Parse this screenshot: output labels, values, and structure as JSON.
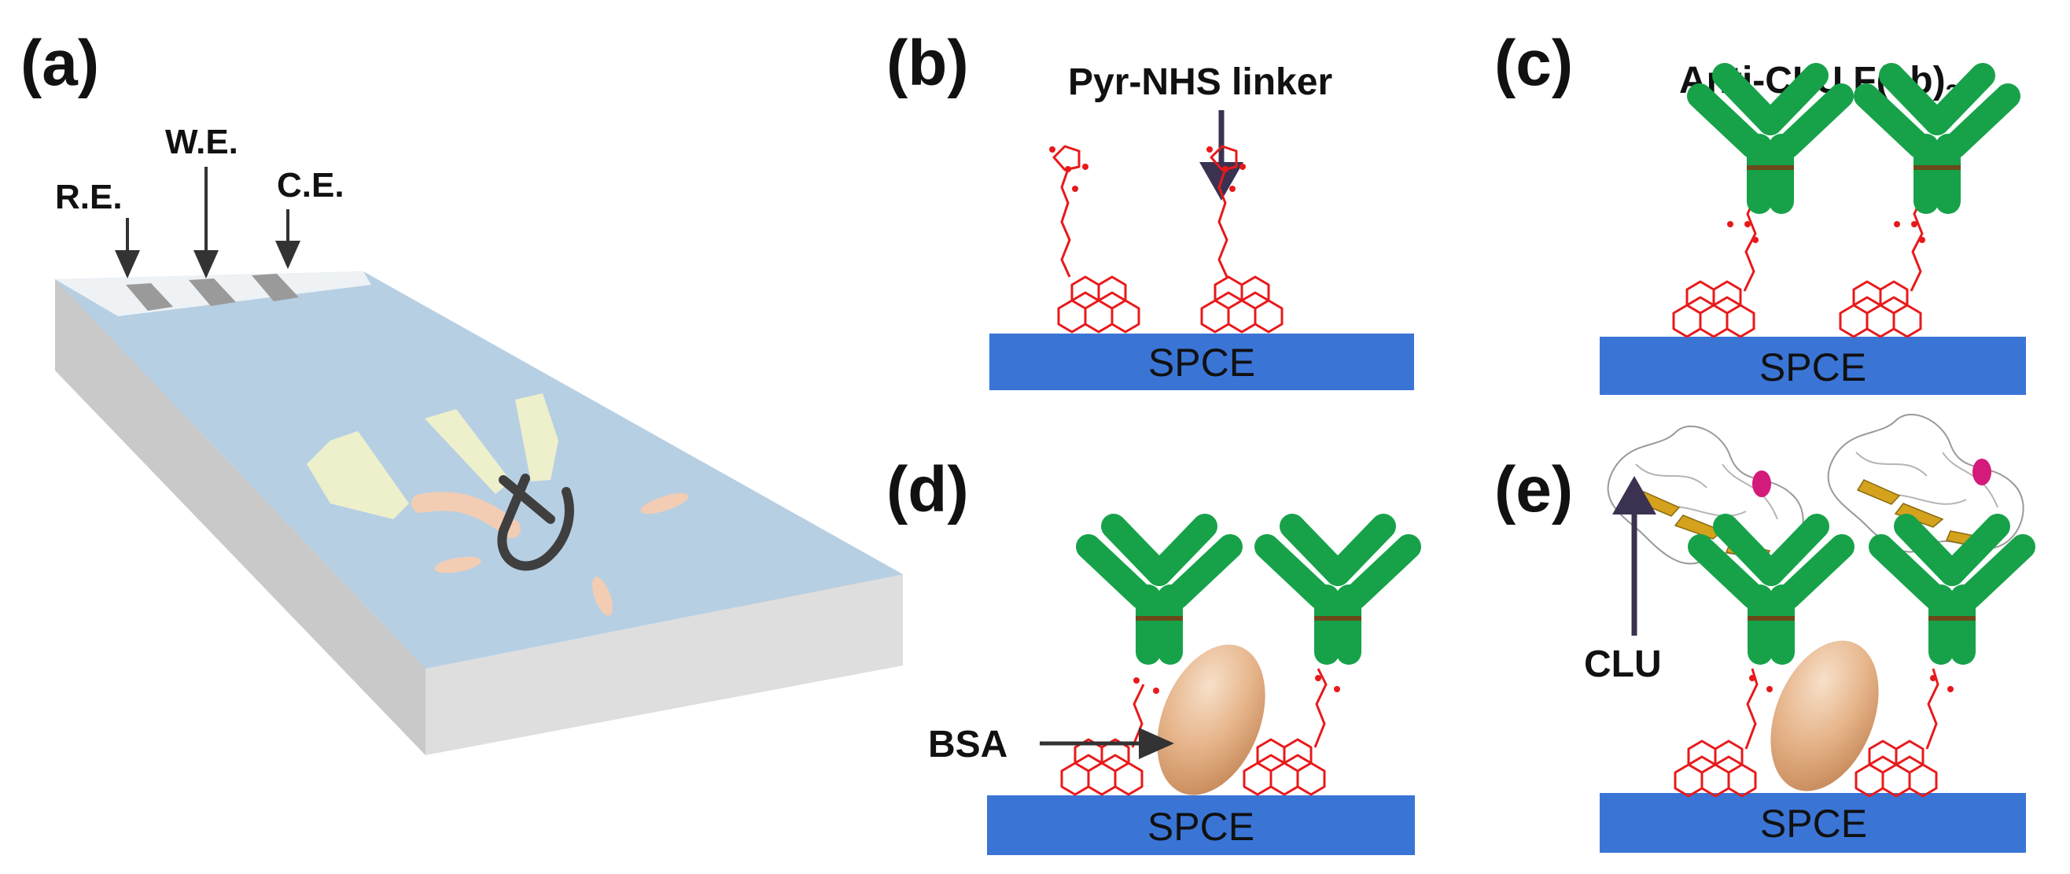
{
  "panels": {
    "a": {
      "label": "(a)"
    },
    "b": {
      "label": "(b)",
      "annotation": "Pyr-NHS linker"
    },
    "c": {
      "label": "(c)",
      "annotation_main": "Anti-CLU F(ab)",
      "annotation_sub": "2"
    },
    "d": {
      "label": "(d)",
      "annotation": "BSA"
    },
    "e": {
      "label": "(e)",
      "annotation": "CLU"
    }
  },
  "electrodes": {
    "reference": "R.E.",
    "working": "W.E.",
    "counter": "C.E."
  },
  "substrate": "SPCE",
  "colors": {
    "spce": "#3a75d6",
    "linker": "#e8191a",
    "antibody": "#17a24a",
    "hinge": "#6b4a1a",
    "bsa": "#e2b48c",
    "strip_top": "#b7cfe3",
    "strip_side": "#bdbdbd",
    "arrow_dark": "#3b3251"
  }
}
